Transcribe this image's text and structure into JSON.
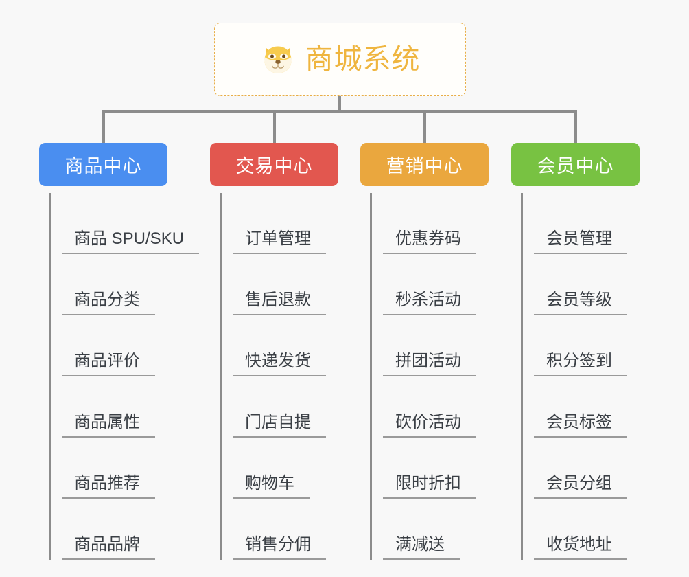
{
  "root": {
    "title": "商城系统",
    "icon": "shiba-dog-face-icon",
    "border_color": "#e8ae48",
    "text_color": "#efb53f"
  },
  "connector_color": "#8c8c8c",
  "background_color": "#f8f8f8",
  "columns": [
    {
      "header": "商品中心",
      "color": "#4a8ef0",
      "items": [
        "商品 SPU/SKU",
        "商品分类",
        "商品评价",
        "商品属性",
        "商品推荐",
        "商品品牌"
      ]
    },
    {
      "header": "交易中心",
      "color": "#e2574f",
      "items": [
        "订单管理",
        "售后退款",
        "快递发货",
        "门店自提",
        "购物车",
        "销售分佣"
      ]
    },
    {
      "header": "营销中心",
      "color": "#eaa73e",
      "items": [
        "优惠券码",
        "秒杀活动",
        "拼团活动",
        "砍价活动",
        "限时折扣",
        "满减送"
      ]
    },
    {
      "header": "会员中心",
      "color": "#78c242",
      "items": [
        "会员管理",
        "会员等级",
        "积分签到",
        "会员标签",
        "会员分组",
        "收货地址"
      ]
    }
  ]
}
